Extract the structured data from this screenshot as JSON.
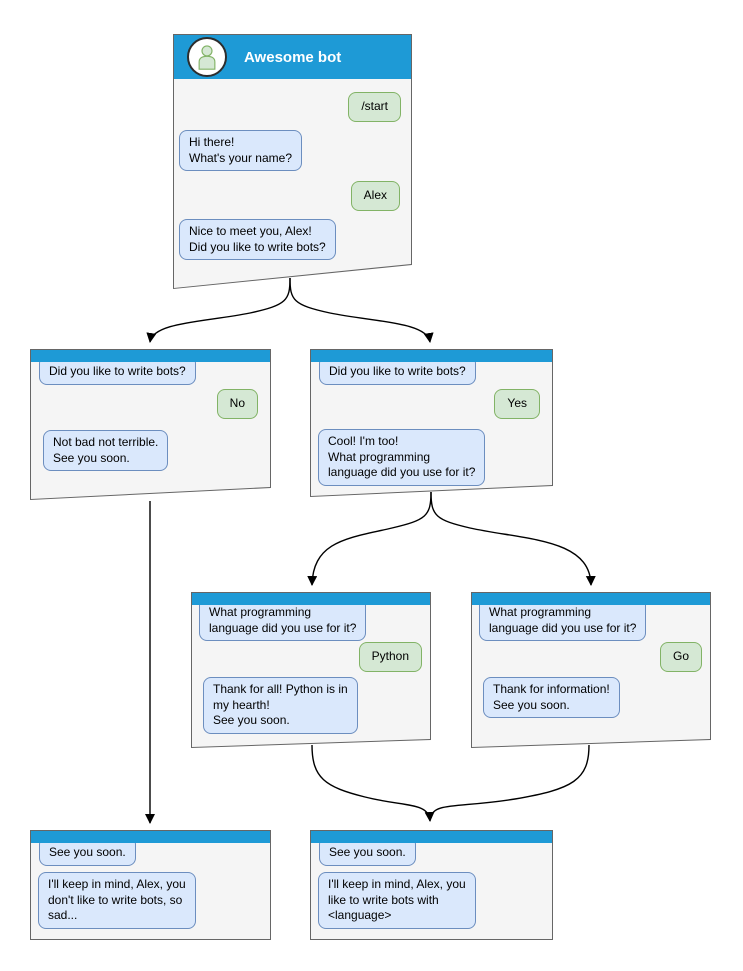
{
  "app": {
    "type": "chat-bot conversation flow diagram"
  },
  "colors": {
    "header_blue": "#1E9AD6",
    "window_bg": "#F5F5F5",
    "window_border": "#666666",
    "bot_bubble_bg": "#DAE8FC",
    "bot_bubble_border": "#6C8EBF",
    "user_bubble_bg": "#D5E8D4",
    "user_bubble_border": "#82B366",
    "arrow": "#000000"
  },
  "icons": {
    "avatar": "person-icon"
  },
  "windows": {
    "main": {
      "title": "Awesome bot",
      "messages": {
        "start": "/start",
        "hi": "Hi there!\nWhat's your name?",
        "alex": "Alex",
        "nice": "Nice to meet you, Alex!\nDid you like to write bots?"
      }
    },
    "no_branch": {
      "question": "Did you like to write bots?",
      "answer": "No",
      "reply": "Not bad not terrible.\nSee you soon."
    },
    "yes_branch": {
      "question": "Did you like to write bots?",
      "answer": "Yes",
      "reply": "Cool! I'm too!\nWhat programming\nlanguage did you use for it?"
    },
    "python_branch": {
      "question": "What programming\nlanguage did you use for it?",
      "answer": "Python",
      "reply": "Thank for all! Python is in\nmy hearth!\nSee you soon."
    },
    "go_branch": {
      "question": "What programming\nlanguage did you use for it?",
      "answer": "Go",
      "reply": "Thank for information!\nSee you soon."
    },
    "end_no": {
      "question": "See you soon.",
      "reply": "I'll keep in mind, Alex, you\ndon't like to write bots, so\nsad..."
    },
    "end_yes": {
      "question": "See you soon.",
      "reply": "I'll keep in mind, Alex, you\nlike to write bots with\n<language>"
    }
  }
}
